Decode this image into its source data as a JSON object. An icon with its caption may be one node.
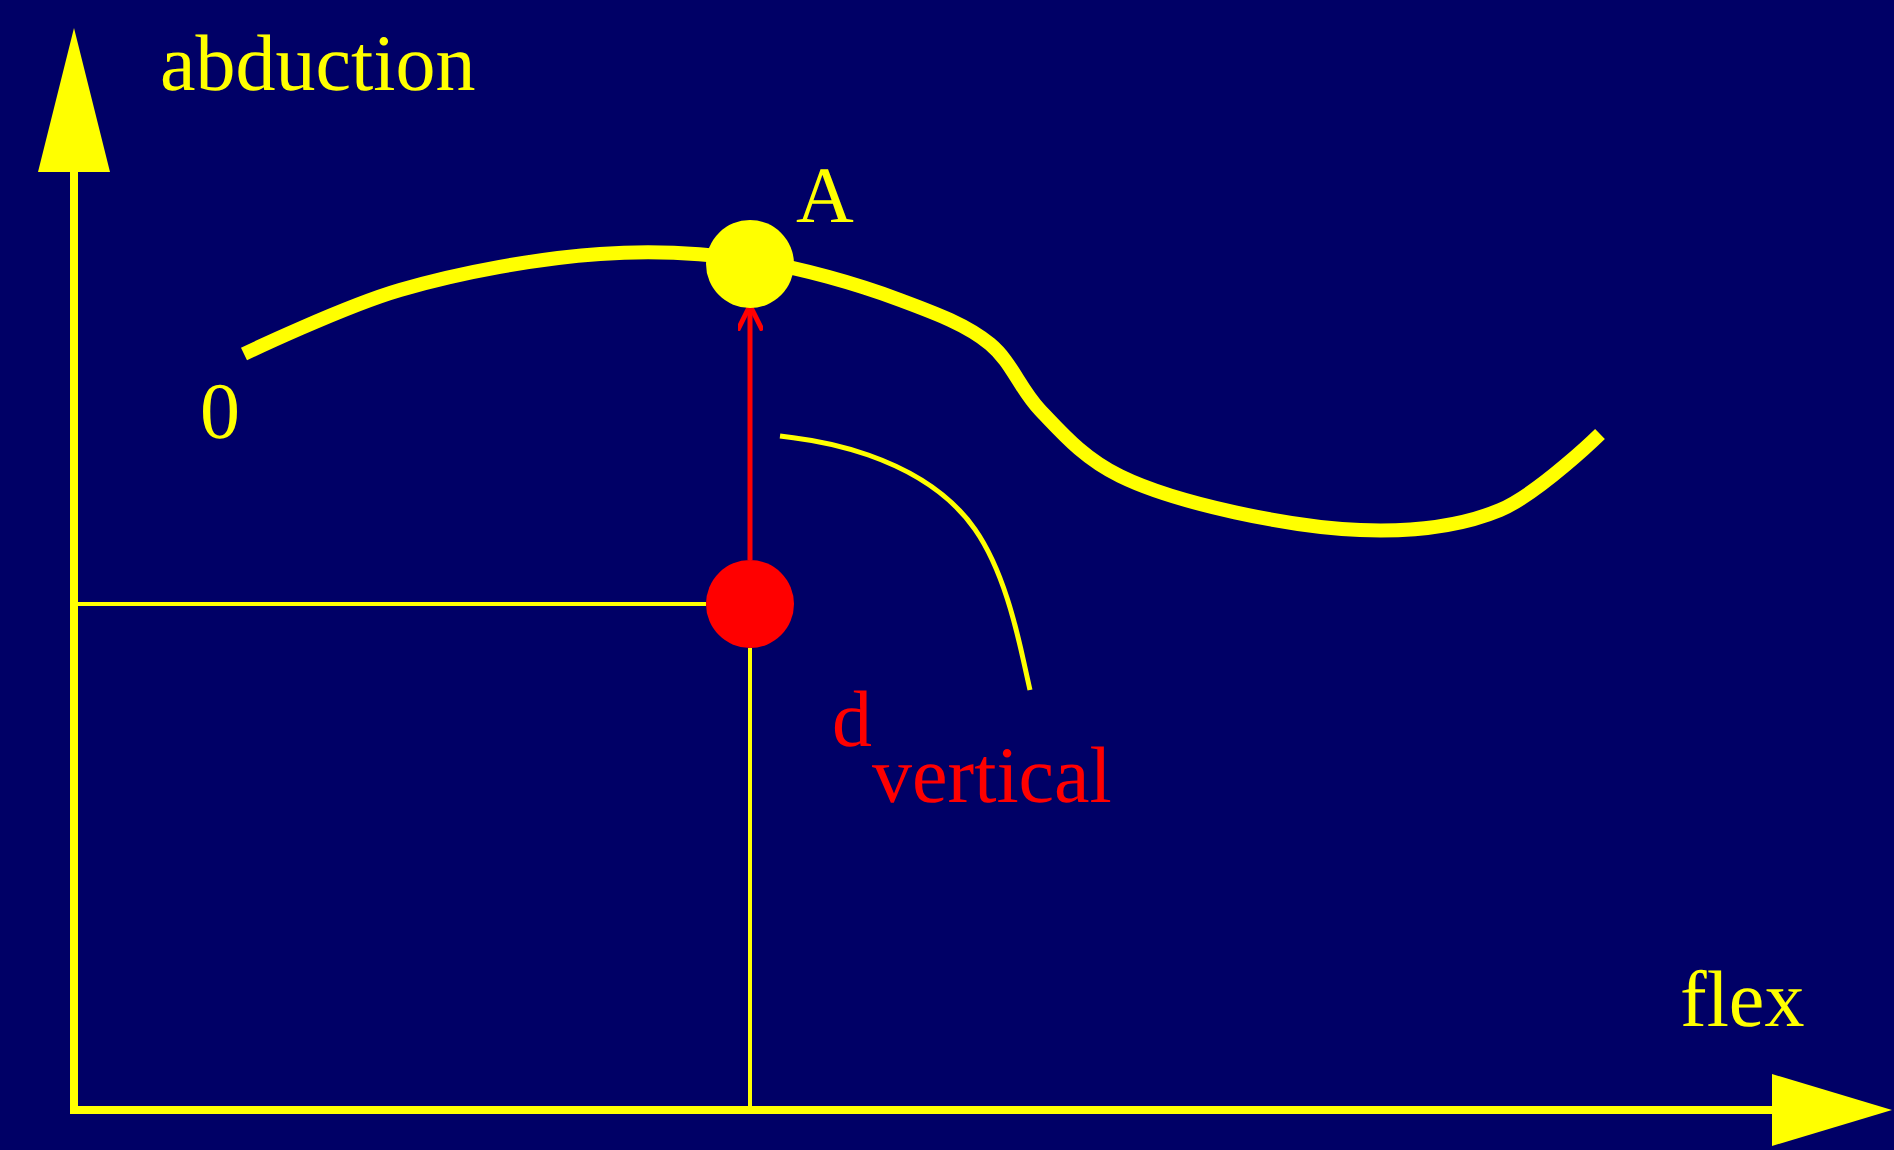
{
  "diagram": {
    "nodes": [
      {
        "text": [],
        "shape": "circle",
        "beside": [
          "A"
        ]
      },
      {
        "text": [],
        "shape": "circle"
      },
      {
        "text": [
          "d$_{vertical}$"
        ]
      }
    ],
    "edges": [
      {
        "from": 1,
        "to": 0,
        "arrow": "to",
        "color": "#ff0000"
      },
      {
        "from": 2,
        "to": null,
        "arrow": "none",
        "color": "#ffff00"
      }
    ],
    "labels": [
      "abduction",
      "0",
      "flex"
    ]
  }
}
